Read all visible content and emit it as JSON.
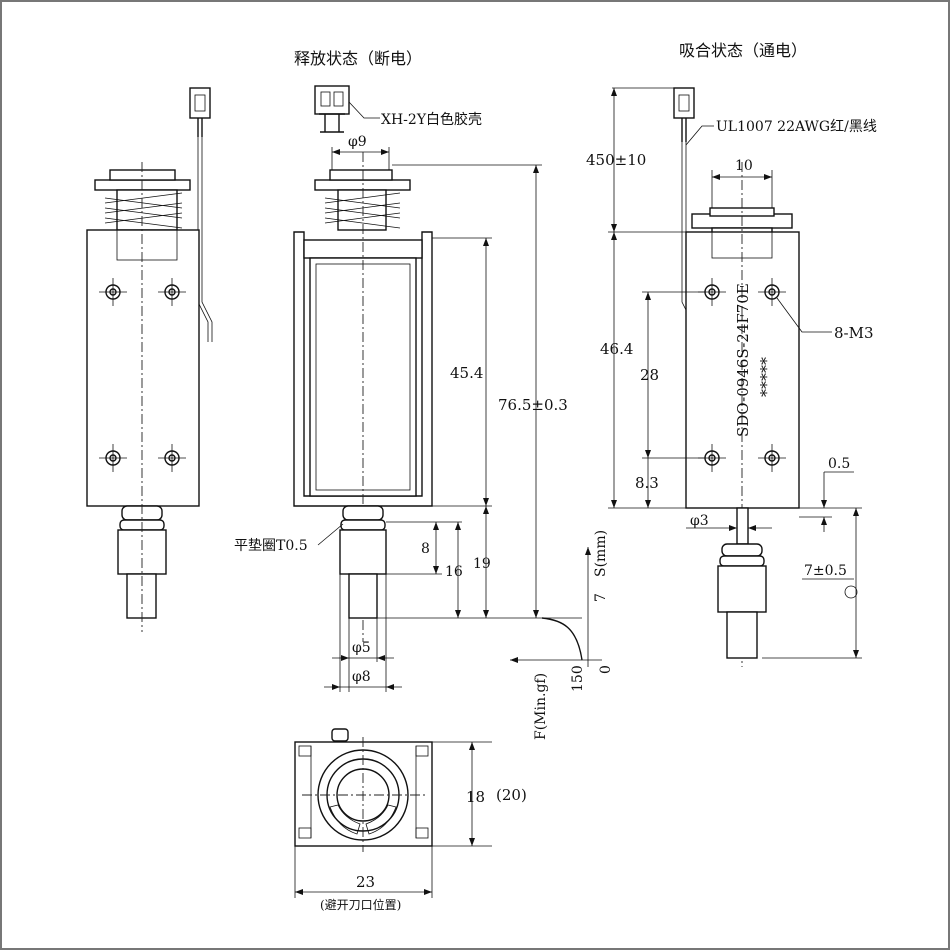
{
  "titles": {
    "release_state": "释放状态（断电）",
    "hold_state": "吸合状态（通电）"
  },
  "labels": {
    "connector": "XH-2Y白色胶壳",
    "wire": "UL1007 22AWG红/黑线",
    "washer": "平垫圈T0.5",
    "screws": "8-M3",
    "model": "SDO-0946S-24F70E",
    "serial": "*****",
    "relief_note": "(避开刀口位置)",
    "stroke_axis": "S(mm)",
    "force_axis": "F(Min.gf)",
    "circled_note": "①"
  },
  "dims": {
    "d9": "φ9",
    "d5": "φ5",
    "d8": "φ8",
    "d3": "φ3",
    "w10": "10",
    "h45_4": "45.4",
    "h76_5": "76.5±0.3",
    "h8": "8",
    "h16": "16",
    "h19": "19",
    "lead450": "450±10",
    "h46_4": "46.4",
    "h28": "28",
    "h8_3": "8.3",
    "t0_5": "0.5",
    "s7_0_5": "7±0.5",
    "w23": "23",
    "h18": "18",
    "h20": "(20)"
  },
  "curve": {
    "stroke_max": "7",
    "stroke_zero": "0",
    "force": "150"
  }
}
